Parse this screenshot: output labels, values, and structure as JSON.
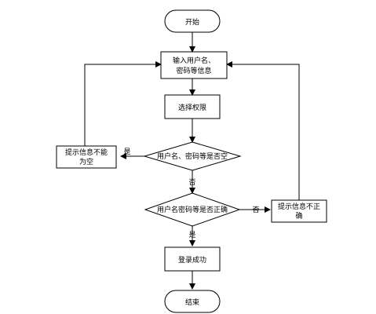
{
  "flowchart": {
    "start": "开始",
    "input_line1": "输入用户名、",
    "input_line2": "密码等信息",
    "select_permission": "选择权限",
    "check_empty": "用户名、密码等是否空",
    "prompt_empty_line1": "提示信息不能",
    "prompt_empty_line2": "为空",
    "check_correct": "用户名密码等是否正确",
    "prompt_incorrect_line1": "提示信息不正",
    "prompt_incorrect_line2": "确",
    "login_success": "登录成功",
    "end": "结束",
    "label_yes_empty": "是",
    "label_no_empty": "否",
    "label_no_correct": "否",
    "label_yes_correct": "是"
  }
}
